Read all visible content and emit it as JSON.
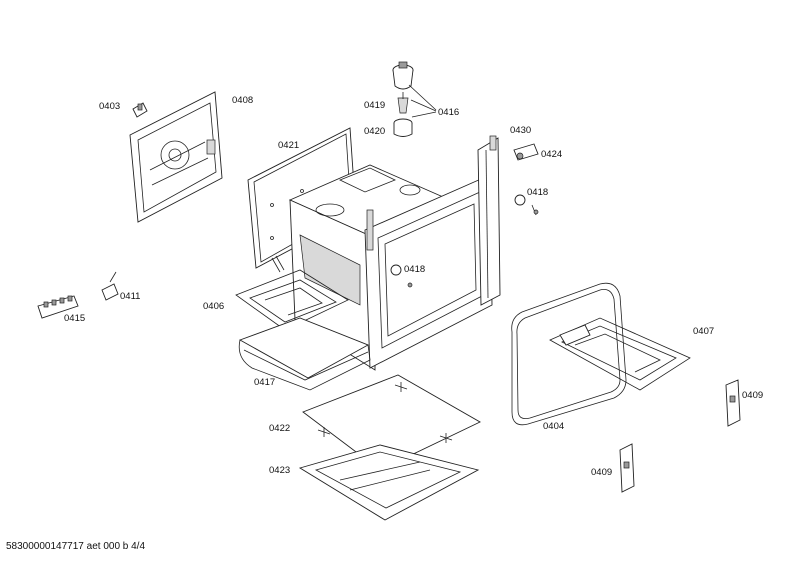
{
  "labels": {
    "p0403": "0403",
    "p0408": "0408",
    "p0419": "0419",
    "p0416": "0416",
    "p0420": "0420",
    "p0421": "0421",
    "p0430": "0430",
    "p0424": "0424",
    "p0418a": "0418",
    "p0418b": "0418",
    "p0411": "0411",
    "p0415": "0415",
    "p0406": "0406",
    "p0417": "0417",
    "p0407": "0407",
    "p0409a": "0409",
    "p0404": "0404",
    "p0422": "0422",
    "p0423": "0423",
    "p0409b": "0409"
  },
  "footer": {
    "text": "58300000147717 aet 000 b 4/4"
  }
}
